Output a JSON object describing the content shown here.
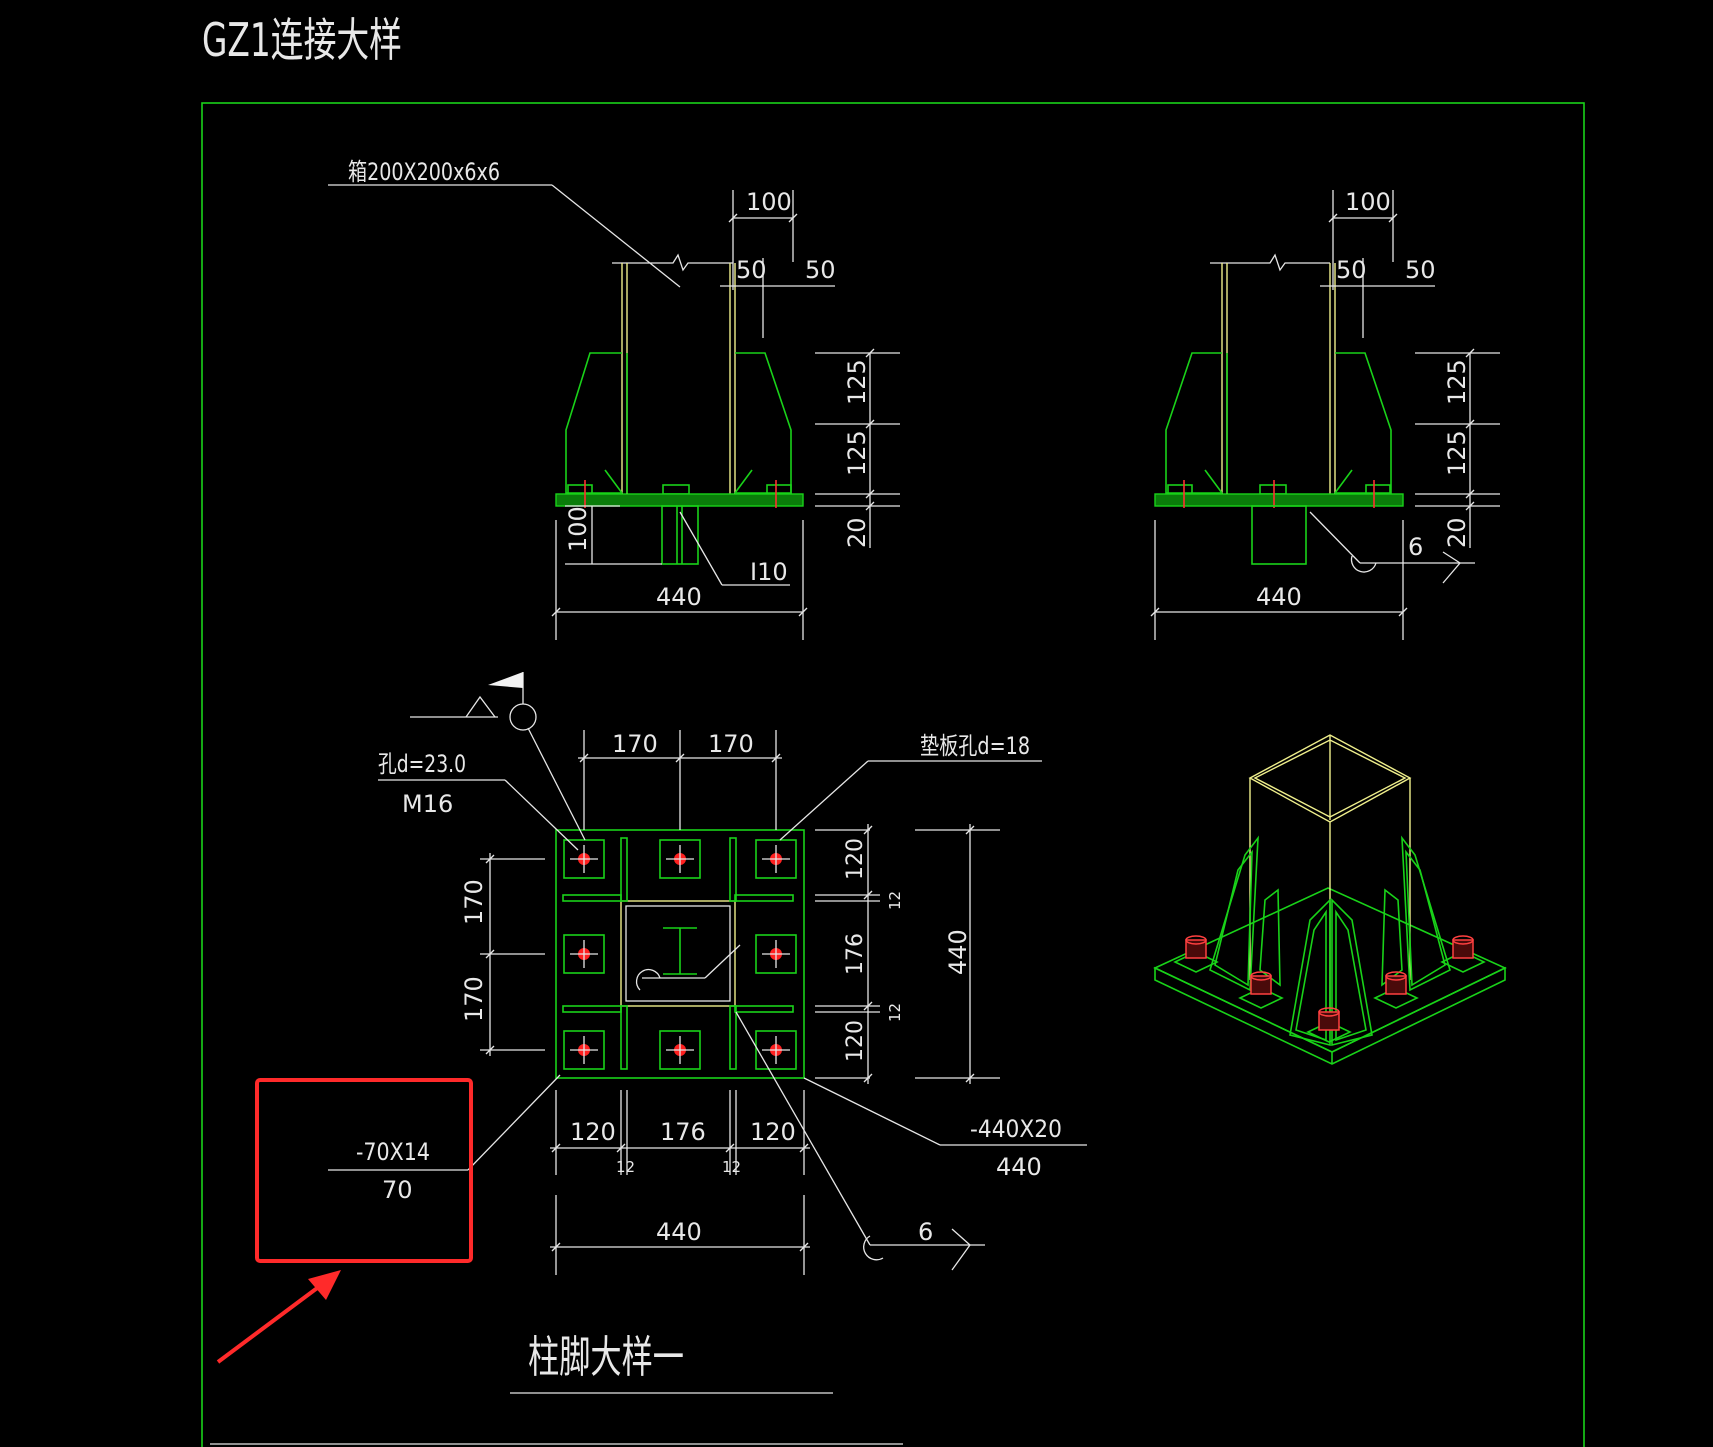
{
  "drawing": {
    "title": "GZ1连接大样",
    "caption": "柱脚大样一",
    "colors": {
      "background": "#000000",
      "frame": "#19d219",
      "dimension": "#e6e6e6",
      "member": "#19d219",
      "column": "#f0f08c",
      "bolt": "#ff2020",
      "highlight": "#ff2a2a"
    }
  },
  "elevation_left": {
    "section_label": "箱200X200x6x6",
    "dim_top": "100",
    "dim_50a": "50",
    "dim_50b": "50",
    "dim_125a": "125",
    "dim_125b": "125",
    "dim_20": "20",
    "dim_100": "100",
    "shear_key": "I10",
    "dim_width": "440"
  },
  "elevation_right": {
    "dim_top": "100",
    "dim_50a": "50",
    "dim_50b": "50",
    "dim_125a": "125",
    "dim_125b": "125",
    "dim_20": "20",
    "weld_size": "6",
    "dim_width": "440"
  },
  "plan": {
    "hole_label": "孔d=23.0",
    "bolt_label": "M16",
    "washer_label": "垫板孔d=18",
    "dim_top_a": "170",
    "dim_top_b": "170",
    "dim_left_a": "170",
    "dim_left_b": "170",
    "dim_right_a": "120",
    "dim_right_b": "176",
    "dim_right_c": "120",
    "dim_right_12a": "12",
    "dim_right_12b": "12",
    "dim_overall_right": "440",
    "dim_bot_a": "120",
    "dim_bot_b": "176",
    "dim_bot_c": "120",
    "dim_bot_12a": "12",
    "dim_bot_12b": "12",
    "dim_overall_bottom": "440",
    "plate_label": "-440X20",
    "plate_sub": "440",
    "stiffener_label": "-70X14",
    "stiffener_sub": "70",
    "weld_size": "6"
  }
}
